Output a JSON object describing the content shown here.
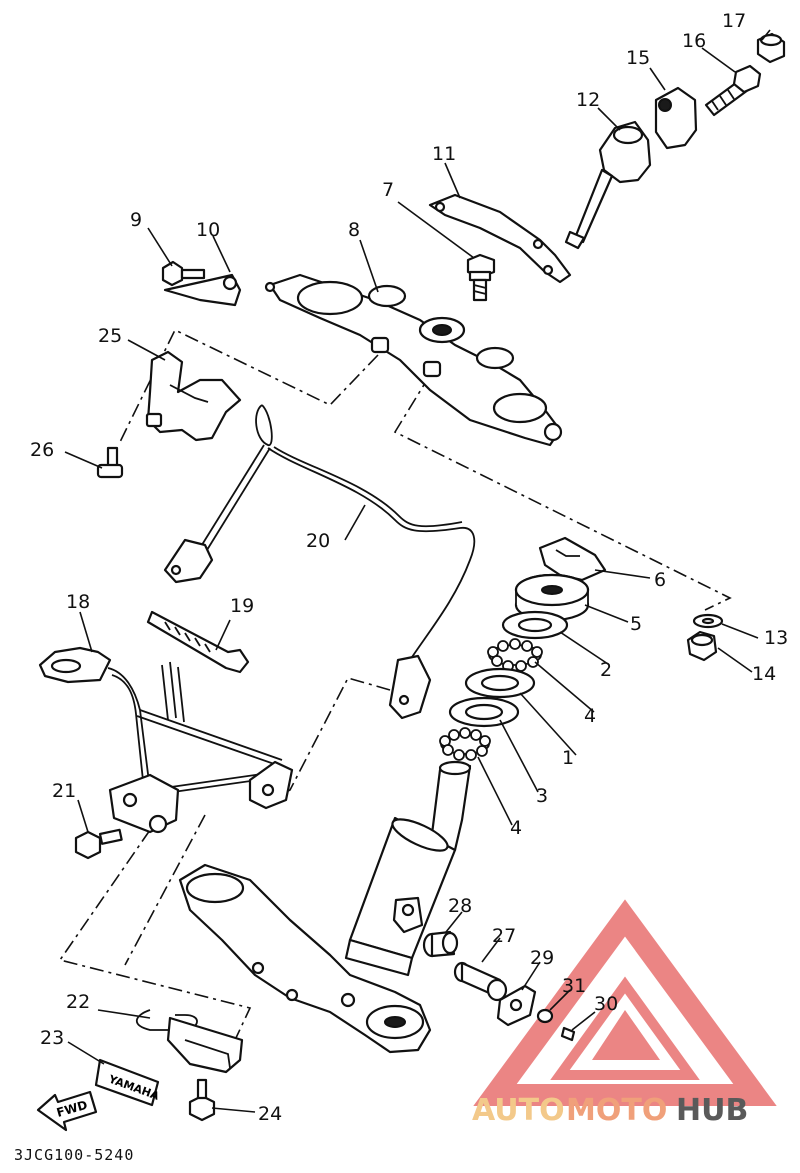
{
  "labels": {
    "p1": "1",
    "p2": "2",
    "p3": "3",
    "p4a": "4",
    "p4b": "4",
    "p5": "5",
    "p6": "6",
    "p7": "7",
    "p8": "8",
    "p9": "9",
    "p10": "10",
    "p11": "11",
    "p12": "12",
    "p13": "13",
    "p14": "14",
    "p15": "15",
    "p16": "16",
    "p17": "17",
    "p18": "18",
    "p19": "19",
    "p20": "20",
    "p21": "21",
    "p22": "22",
    "p23": "23",
    "p24": "24",
    "p25": "25",
    "p26": "26",
    "p27": "27",
    "p28": "28",
    "p29": "29",
    "p30": "30",
    "p31": "31"
  },
  "drawing_code": "3JCG100-5240",
  "emblem_text": "YAMAHA",
  "fwd_text": "FWD",
  "watermark": {
    "part1": "AUTO",
    "part2": "MOTO",
    "part3": "HUB",
    "color_primary": "#e8706f",
    "color_secondary": "#f3c98a",
    "color_tertiary": "#5a5a5a"
  }
}
